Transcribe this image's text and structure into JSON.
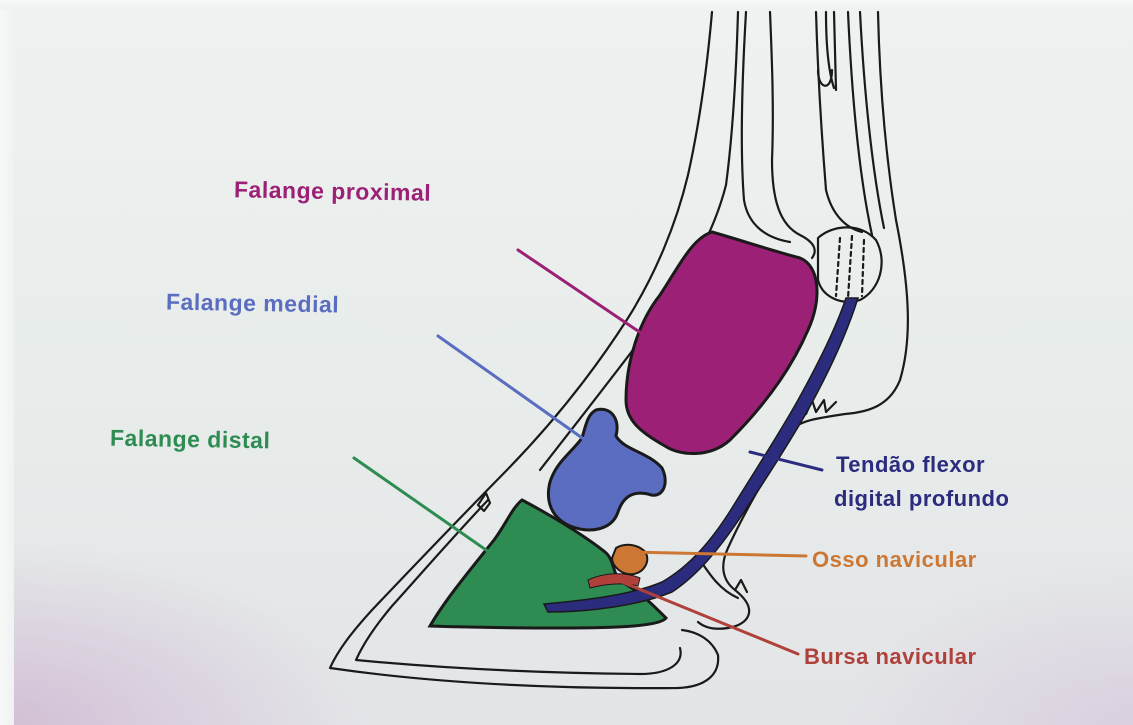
{
  "labels": {
    "proximal_phalanx": "Falange proximal",
    "middle_phalanx": "Falange medial",
    "distal_phalanx": "Falange distal",
    "deep_flexor_tendon_line1": "Tendão flexor",
    "deep_flexor_tendon_line2": "digital profundo",
    "navicular_bone": "Osso navicular",
    "navicular_bursa": "Bursa navicular"
  },
  "colors": {
    "proximal_phalanx": "#9b2076",
    "middle_phalanx": "#5b6dc0",
    "distal_phalanx": "#2e8c52",
    "deep_flexor_tendon": "#2c2c7e",
    "navicular_bone": "#cc7733",
    "navicular_bursa": "#b0413a",
    "outline": "#1a1a1a"
  }
}
